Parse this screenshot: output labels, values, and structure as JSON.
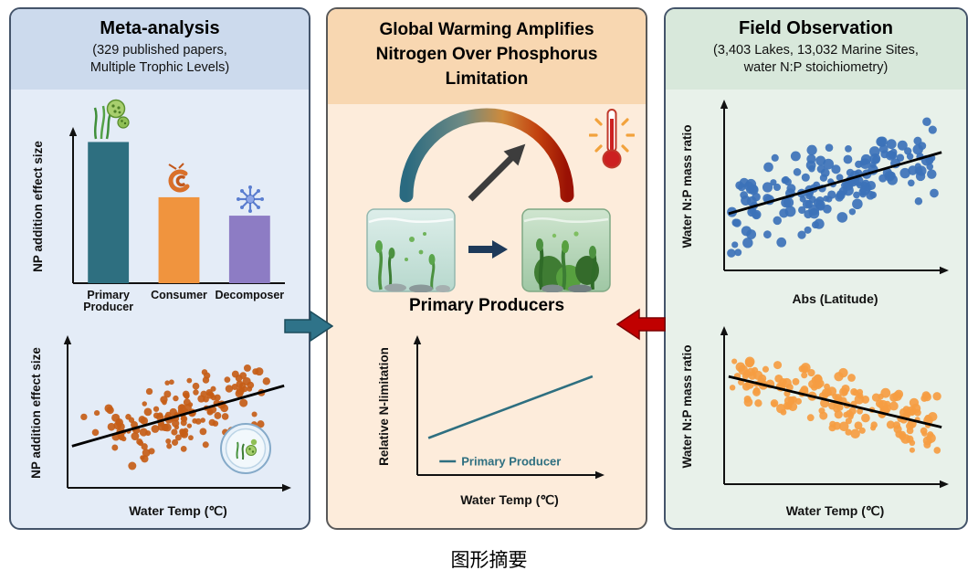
{
  "caption": "图形摘要",
  "colors": {
    "flow_teal": "#2f7389",
    "flow_red": "#c00000",
    "panel_meta_bg": "#e4ecf7",
    "panel_center_bg": "#fdecdb",
    "panel_field_bg": "#e8f1ea"
  },
  "panels": {
    "meta": {
      "title": "Meta-analysis",
      "subtitle_line1": "(329 published papers,",
      "subtitle_line2": "Multiple Trophic Levels)"
    },
    "center": {
      "title_line1": "Global Warming Amplifies",
      "title_line2": "Nitrogen Over Phosphorus",
      "title_line3": "Limitation",
      "producers_label": "Primary Producers"
    },
    "field": {
      "title": "Field Observation",
      "subtitle_line1": "(3,403 Lakes, 13,032 Marine Sites,",
      "subtitle_line2": "water N:P stoichiometry)"
    }
  },
  "chart_data": [
    {
      "id": "bar-trophic",
      "type": "bar",
      "title": "NP addition effect size by trophic level",
      "categories": [
        "Primary\nProducer",
        "Consumer",
        "Decomposer"
      ],
      "values": [
        0.92,
        0.56,
        0.44
      ],
      "colors": [
        "#2e6f80",
        "#f0943e",
        "#8d7cc4"
      ],
      "ylabel": "NP addition effect size",
      "xlabel": "",
      "ylim": [
        0,
        1
      ]
    },
    {
      "id": "scatter-meta-temp",
      "type": "scatter",
      "n": 150,
      "seed": 7,
      "xdist": "center",
      "color": "#c65d17",
      "dot": [
        2.6,
        4.6
      ],
      "trend": {
        "slope": 0.42,
        "intercept": 0.27,
        "noise": 0.15,
        "direction": "positive"
      },
      "xlabel": "Water Temp (℃)",
      "ylabel": "NP addition effect size"
    },
    {
      "id": "line-n-limitation",
      "type": "line",
      "x": [
        0.06,
        0.95
      ],
      "y": [
        0.27,
        0.72
      ],
      "color": "#2e6f80",
      "legend": "Primary Producer",
      "legend_pos": [
        0.12,
        0.1
      ],
      "xlabel": "Water Temp (℃)",
      "ylabel": "Relative N-limitation",
      "direction": "increasing"
    },
    {
      "id": "scatter-latitude",
      "type": "scatter",
      "n": 170,
      "seed": 21,
      "xdist": "uniform",
      "color": "#3c72b8",
      "dot": [
        3.4,
        6.0
      ],
      "trend": {
        "slope": 0.38,
        "intercept": 0.33,
        "noise": 0.17,
        "direction": "positive"
      },
      "xlabel": "Abs (Latitude)",
      "ylabel": "Water N:P mass ratio"
    },
    {
      "id": "scatter-temp",
      "type": "scatter",
      "n": 175,
      "seed": 33,
      "xdist": "uniform",
      "color": "#f59d42",
      "dot": [
        3.0,
        5.4
      ],
      "trend": {
        "slope": -0.34,
        "intercept": 0.7,
        "noise": 0.13,
        "direction": "negative"
      },
      "xlabel": "Water Temp (℃)",
      "ylabel": "Water N:P mass ratio"
    }
  ]
}
